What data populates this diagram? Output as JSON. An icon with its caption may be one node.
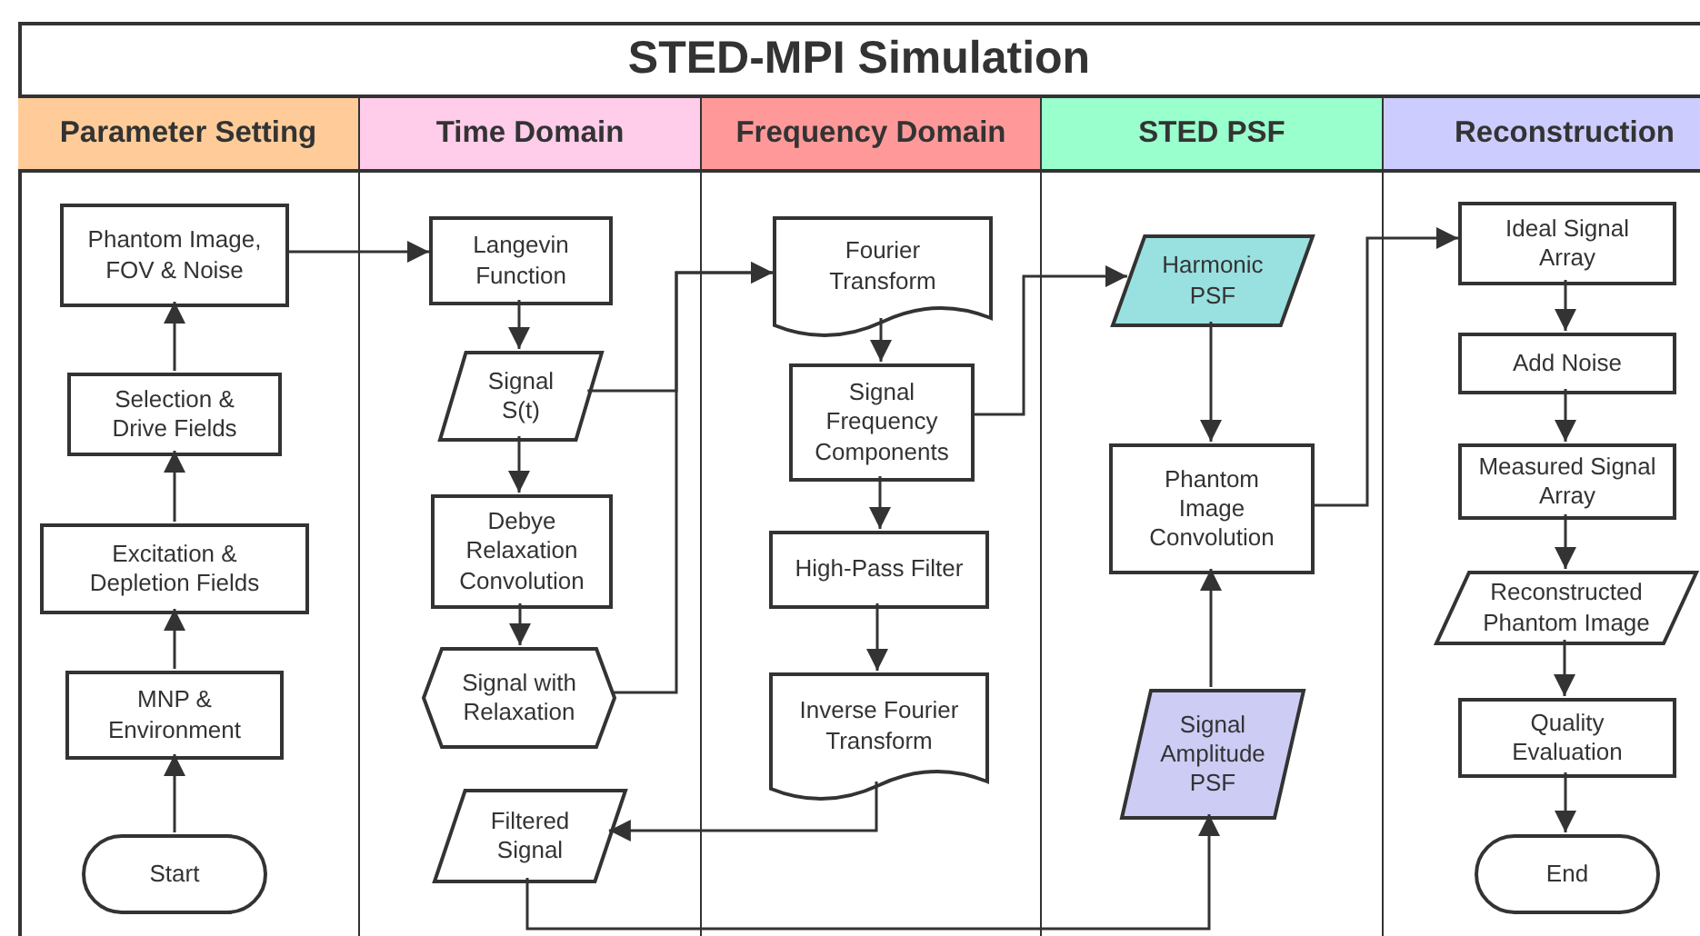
{
  "diagram": {
    "title": "STED-MPI Simulation",
    "nodes": [
      {
        "text": [
          "Parameter Setting"
        ]
      },
      {
        "text": [
          "Time Domain"
        ]
      },
      {
        "text": [
          "Frequency Domain"
        ]
      },
      {
        "text": [
          "STED PSF"
        ]
      },
      {
        "text": [
          "Reconstruction"
        ]
      },
      {
        "text": [
          "Phantom Image, FOV & Noise"
        ],
        "in": 0
      },
      {
        "text": [
          "Selection & Drive Fields"
        ],
        "in": 0
      },
      {
        "text": [
          "Excitation & Depletion Fields"
        ],
        "in": 0
      },
      {
        "text": [
          "MNP & Environment"
        ],
        "in": 0
      },
      {
        "text": [
          "Start"
        ],
        "in": 0
      },
      {
        "text": [
          "Langevin Function"
        ],
        "in": 1
      },
      {
        "text": [
          "Signal S(t)"
        ],
        "in": 1
      },
      {
        "text": [
          "Debye Relaxation Convolution"
        ],
        "in": 1
      },
      {
        "text": [
          "Signal with Relaxation"
        ],
        "in": 1
      },
      {
        "text": [
          "Filtered Signal"
        ],
        "in": 1
      },
      {
        "text": [
          "Fourier Transform"
        ],
        "in": 2
      },
      {
        "text": [
          "Signal Frequency Components"
        ],
        "in": 2
      },
      {
        "text": [
          "High-Pass Filter"
        ],
        "in": 2
      },
      {
        "text": [
          "Inverse Fourier Transform"
        ],
        "in": 2
      },
      {
        "text": [
          "Harmonic PSF"
        ],
        "in": 3
      },
      {
        "text": [
          "Phantom Image Convolution"
        ],
        "in": 3
      },
      {
        "text": [
          "Signal Amplitude PSF"
        ],
        "in": 3
      },
      {
        "text": [
          "Ideal Signal Array"
        ],
        "in": 4
      },
      {
        "text": [
          "Add Noise"
        ],
        "in": 4
      },
      {
        "text": [
          "Measured Signal Array"
        ],
        "in": 4
      },
      {
        "text": [
          "Reconstructed Phantom Image"
        ],
        "in": 4
      },
      {
        "text": [
          "Quality Evaluation"
        ],
        "in": 4
      },
      {
        "text": [
          "End"
        ],
        "in": 4
      }
    ],
    "edges": [
      {
        "from": 9,
        "to": 8,
        "arrow": "to"
      },
      {
        "from": 8,
        "to": 7,
        "arrow": "to"
      },
      {
        "from": 7,
        "to": 6,
        "arrow": "to"
      },
      {
        "from": 6,
        "to": 5,
        "arrow": "to"
      },
      {
        "from": 5,
        "to": 10,
        "arrow": "to"
      },
      {
        "from": 10,
        "to": 11,
        "arrow": "to"
      },
      {
        "from": 11,
        "to": 12,
        "arrow": "to"
      },
      {
        "from": 12,
        "to": 13,
        "arrow": "to"
      },
      {
        "from": 11,
        "to": 15,
        "arrow": "to"
      },
      {
        "from": 13,
        "to": 15,
        "arrow": "to"
      },
      {
        "from": 15,
        "to": 16,
        "arrow": "to"
      },
      {
        "from": 16,
        "to": 17,
        "arrow": "to"
      },
      {
        "from": 17,
        "to": 18,
        "arrow": "to"
      },
      {
        "from": 16,
        "to": 19,
        "arrow": "to"
      },
      {
        "from": 18,
        "to": 14,
        "arrow": "to"
      },
      {
        "from": 14,
        "to": 21,
        "arrow": "to"
      },
      {
        "from": 19,
        "to": 20,
        "arrow": "to"
      },
      {
        "from": 21,
        "to": 20,
        "arrow": "to"
      },
      {
        "from": 20,
        "to": 22,
        "arrow": "to"
      },
      {
        "from": 22,
        "to": 23,
        "arrow": "to"
      },
      {
        "from": 23,
        "to": 24,
        "arrow": "to"
      },
      {
        "from": 24,
        "to": 25,
        "arrow": "to"
      },
      {
        "from": 25,
        "to": 26,
        "arrow": "to"
      },
      {
        "from": 26,
        "to": 27,
        "arrow": "to"
      }
    ]
  }
}
